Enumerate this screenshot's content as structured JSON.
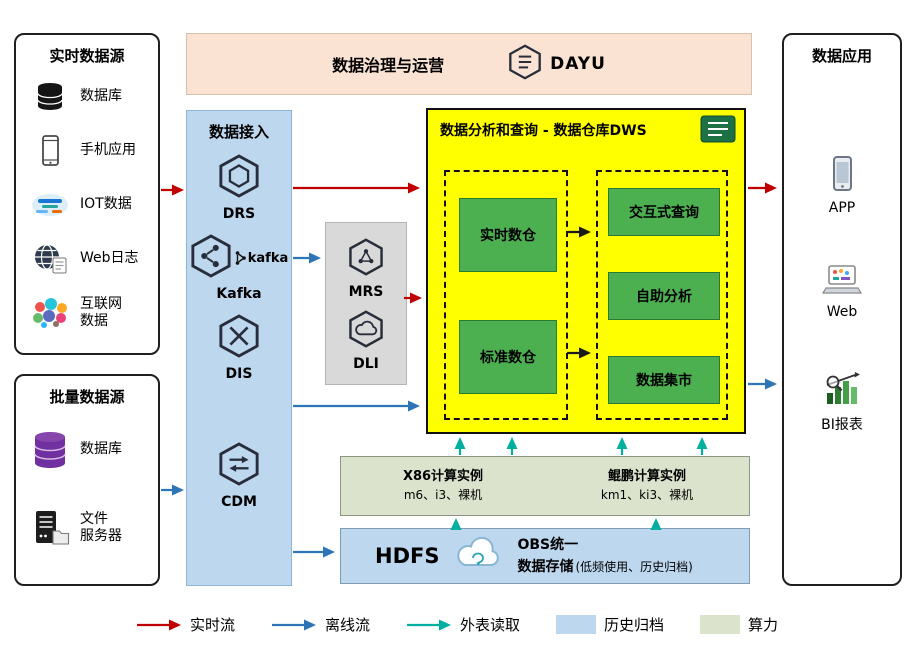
{
  "colors": {
    "realtime_flow": "#C00000",
    "offline_flow": "#2E75B6",
    "external_read": "#00AFA0",
    "history_archive": "#BDD7EE",
    "compute_power": "#DBE3CC",
    "dws_background": "#FFFF00",
    "warehouse_green": "#4CAF50",
    "governance_background": "#FBE3D3",
    "ingestion_background": "#BDD7EE",
    "engines_background": "#D9D9D9"
  },
  "realtime_sources": {
    "title": "实时数据源",
    "items": [
      {
        "icon": "database-icon",
        "label": "数据库"
      },
      {
        "icon": "mobile-phone-icon",
        "label": "手机应用"
      },
      {
        "icon": "iot-icon",
        "label": "IOT数据"
      },
      {
        "icon": "web-globe-icon",
        "label": "Web日志"
      },
      {
        "icon": "internet-data-icon",
        "label": "互联网\n数据"
      }
    ]
  },
  "batch_sources": {
    "title": "批量数据源",
    "items": [
      {
        "icon": "database-purple-icon",
        "label": "数据库"
      },
      {
        "icon": "file-server-icon",
        "label": "文件\n服务器"
      }
    ]
  },
  "governance": {
    "title": "数据治理与运营",
    "logo_text": "DAYU"
  },
  "ingestion": {
    "title": "数据接入",
    "items": [
      {
        "icon": "drs-hexagon-icon",
        "label": "DRS"
      },
      {
        "icon": "kafka-hexagon-icon",
        "label": "Kafka",
        "logo_text": "kafka"
      },
      {
        "icon": "dis-hexagon-icon",
        "label": "DIS"
      },
      {
        "icon": "cdm-hexagon-icon",
        "label": "CDM"
      }
    ]
  },
  "engines": {
    "items": [
      {
        "icon": "mrs-hexagon-icon",
        "label": "MRS"
      },
      {
        "icon": "dli-hexagon-icon",
        "label": "DLI"
      }
    ]
  },
  "dws": {
    "title": "数据分析和查询 - 数据仓库DWS",
    "left_boxes": [
      "实时数仓",
      "标准数仓"
    ],
    "right_boxes": [
      "交互式查询",
      "自助分析",
      "数据集市"
    ]
  },
  "compute": {
    "x86": {
      "title": "X86计算实例",
      "spec": "m6、i3、裸机"
    },
    "kunpeng": {
      "title": "鲲鹏计算实例",
      "spec": "km1、ki3、裸机"
    }
  },
  "storage": {
    "hdfs_label": "HDFS",
    "obs_line1": "OBS统一",
    "obs_line2": "数据存储",
    "obs_note": "(低频使用、历史归档)"
  },
  "applications": {
    "title": "数据应用",
    "items": [
      {
        "icon": "app-phone-icon",
        "label": "APP"
      },
      {
        "icon": "web-app-icon",
        "label": "Web"
      },
      {
        "icon": "bi-report-icon",
        "label": "BI报表"
      }
    ]
  },
  "legend": {
    "items": [
      {
        "type": "arrow",
        "color": "#C00000",
        "label": "实时流"
      },
      {
        "type": "arrow",
        "color": "#2E75B6",
        "label": "离线流"
      },
      {
        "type": "arrow",
        "color": "#00AFA0",
        "label": "外表读取"
      },
      {
        "type": "swatch",
        "color": "#BDD7EE",
        "label": "历史归档"
      },
      {
        "type": "swatch",
        "color": "#DBE3CC",
        "label": "算力"
      }
    ]
  }
}
